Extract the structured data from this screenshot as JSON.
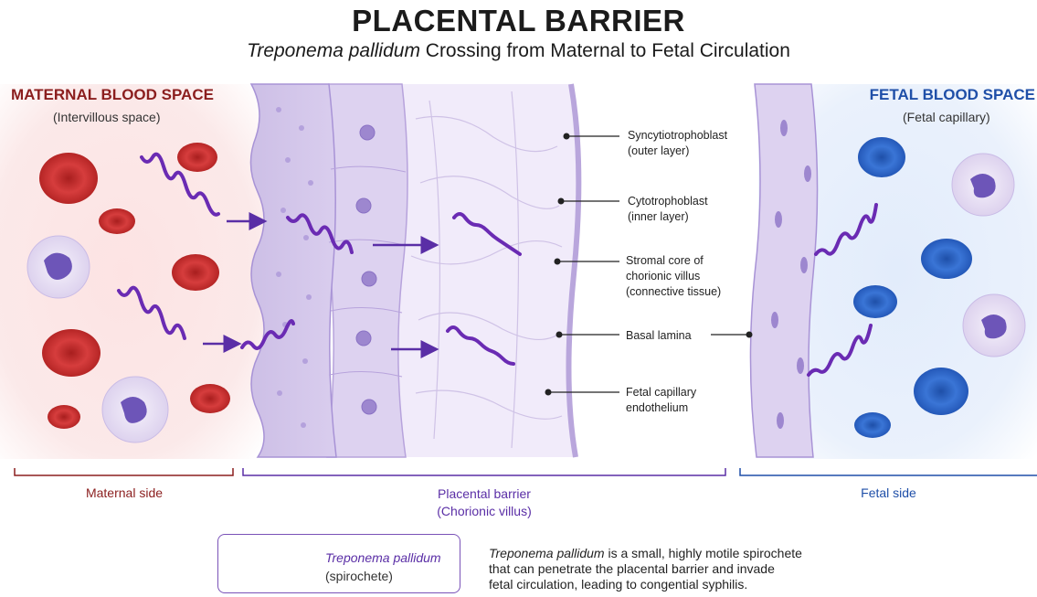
{
  "header": {
    "title": "PLACENTAL BARRIER",
    "subtitle_italic": "Treponema pallidum",
    "subtitle_rest": " Crossing from Maternal to Fetal Circulation"
  },
  "maternal": {
    "title": "MATERNAL BLOOD SPACE",
    "subtitle": "(Intervillous space)"
  },
  "fetal": {
    "title": "FETAL BLOOD SPACE",
    "subtitle": "(Fetal capillary)"
  },
  "layers": [
    {
      "line1": "Syncytiotrophoblast",
      "line2": "(outer layer)"
    },
    {
      "line1": "Cytotrophoblast",
      "line2": "(inner layer)"
    },
    {
      "line1": "Stromal core of",
      "line2": "chorionic villus",
      "line3": "(connective tissue)"
    },
    {
      "line1": "Basal lamina"
    },
    {
      "line1": "Fetal capillary",
      "line2": "endothelium"
    }
  ],
  "brackets": {
    "maternal": "Maternal side",
    "barrier_line1": "Placental barrier",
    "barrier_line2": "(Chorionic villus)",
    "fetal": "Fetal side"
  },
  "legend": {
    "name": "Treponema pallidum",
    "desc": "(spirochete)"
  },
  "caption": {
    "italic": "Treponema pallidum",
    "line1_rest": " is a small, highly motile spirochete",
    "line2": "that can penetrate the placental barrier and invade",
    "line3": "fetal circulation, leading to congential syphilis."
  },
  "colors": {
    "maternal_accent": "#8b1e1e",
    "fetal_accent": "#1f4fa8",
    "barrier_accent": "#5a2ea6",
    "spirochete": "#6a2bb3",
    "rbc": "#d03a3a",
    "fetal_rbc": "#2f66c9"
  },
  "icons": [
    "red-blood-cell-icon",
    "white-blood-cell-icon",
    "spirochete-icon",
    "arrow-icon"
  ]
}
